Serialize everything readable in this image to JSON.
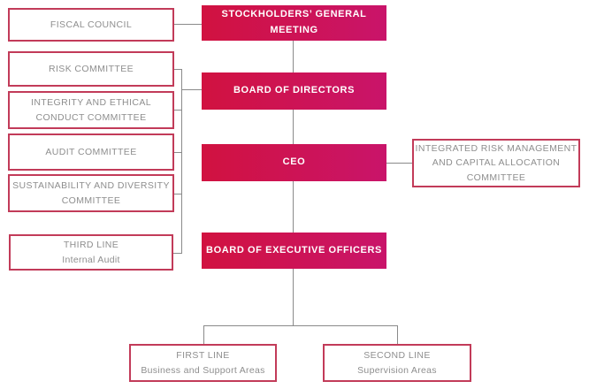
{
  "colors": {
    "fill_gradient_start": "#d11240",
    "fill_gradient_end": "#c9146a",
    "outline_border": "#c23b59",
    "text_gray": "#8e8e8e",
    "connector_gray": "#8a8a8a"
  },
  "nodes": {
    "fiscal_council": {
      "label": "FISCAL COUNCIL"
    },
    "risk_committee": {
      "label": "RISK COMMITTEE"
    },
    "integrity_committee": {
      "label": "INTEGRITY AND ETHICAL\nCONDUCT COMMITTEE"
    },
    "audit_committee": {
      "label": "AUDIT COMMITTEE"
    },
    "sustainability_committee": {
      "label": "SUSTAINABILITY AND DIVERSITY\nCOMMITTEE"
    },
    "third_line": {
      "label": "THIRD LINE",
      "sublabel": "Internal Audit"
    },
    "stockholders_meeting": {
      "label": "STOCKHOLDERS’ GENERAL\nMEETING"
    },
    "board_of_directors": {
      "label": "BOARD OF DIRECTORS"
    },
    "ceo": {
      "label": "CEO"
    },
    "executive_officers": {
      "label": "BOARD OF EXECUTIVE OFFICERS"
    },
    "integrated_risk_committee": {
      "label": "INTEGRATED RISK MANAGEMENT\nAND CAPITAL ALLOCATION\nCOMMITTEE"
    },
    "first_line": {
      "label": "FIRST LINE",
      "sublabel": "Business and Support Areas"
    },
    "second_line": {
      "label": "SECOND LINE",
      "sublabel": "Supervision Areas"
    }
  }
}
